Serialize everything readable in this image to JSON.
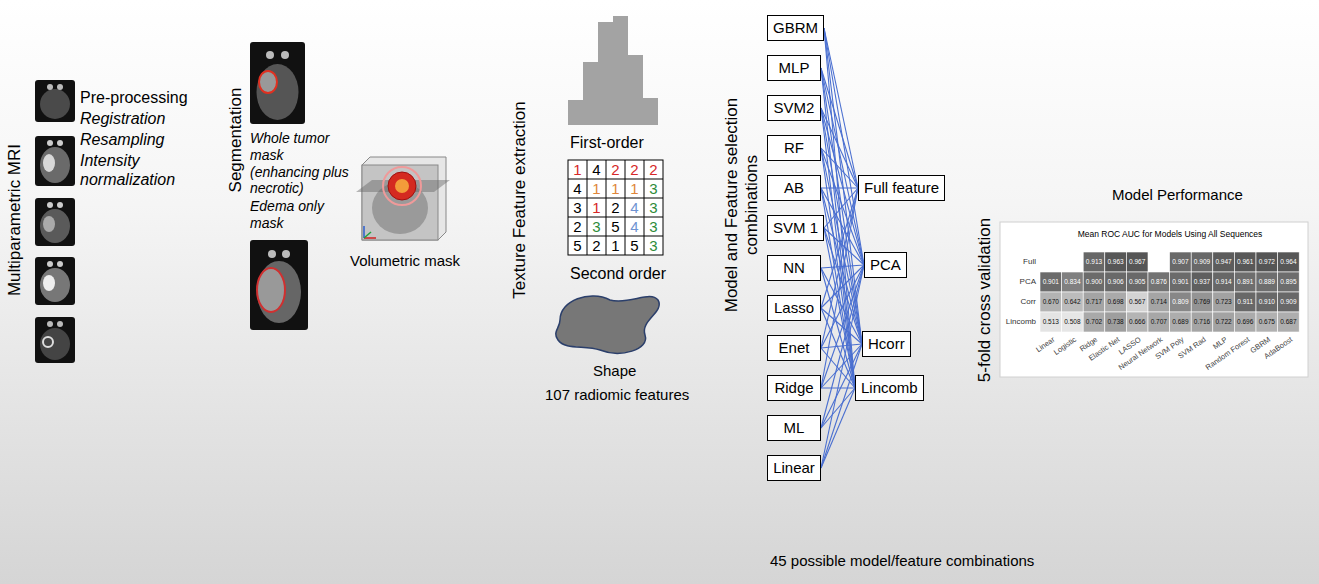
{
  "diagram": {
    "nodes": [
      {
        "text": [
          "GBRM"
        ]
      },
      {
        "text": [
          "MLP"
        ]
      },
      {
        "text": [
          "SVM2"
        ]
      },
      {
        "text": [
          "RF"
        ]
      },
      {
        "text": [
          "AB"
        ]
      },
      {
        "text": [
          "SVM 1"
        ]
      },
      {
        "text": [
          "NN"
        ]
      },
      {
        "text": [
          "Lasso"
        ]
      },
      {
        "text": [
          "Enet"
        ]
      },
      {
        "text": [
          "Ridge"
        ]
      },
      {
        "text": [
          "ML"
        ]
      },
      {
        "text": [
          "Linear"
        ]
      },
      {
        "text": [
          "Full feature"
        ]
      },
      {
        "text": [
          "PCA"
        ]
      },
      {
        "text": [
          "Hcorr"
        ]
      },
      {
        "text": [
          "Lincomb"
        ]
      }
    ],
    "edges": [
      {
        "from": 0,
        "to": 12,
        "arrow": "none"
      },
      {
        "from": 0,
        "to": 13,
        "arrow": "none"
      },
      {
        "from": 0,
        "to": 14,
        "arrow": "none"
      },
      {
        "from": 0,
        "to": 15,
        "arrow": "none"
      },
      {
        "from": 1,
        "to": 12,
        "arrow": "none"
      },
      {
        "from": 1,
        "to": 13,
        "arrow": "none"
      },
      {
        "from": 1,
        "to": 14,
        "arrow": "none"
      },
      {
        "from": 1,
        "to": 15,
        "arrow": "none"
      },
      {
        "from": 2,
        "to": 12,
        "arrow": "none"
      },
      {
        "from": 2,
        "to": 13,
        "arrow": "none"
      },
      {
        "from": 2,
        "to": 14,
        "arrow": "none"
      },
      {
        "from": 2,
        "to": 15,
        "arrow": "none"
      },
      {
        "from": 3,
        "to": 12,
        "arrow": "none"
      },
      {
        "from": 3,
        "to": 13,
        "arrow": "none"
      },
      {
        "from": 3,
        "to": 14,
        "arrow": "none"
      },
      {
        "from": 3,
        "to": 15,
        "arrow": "none"
      },
      {
        "from": 4,
        "to": 12,
        "arrow": "none"
      },
      {
        "from": 4,
        "to": 13,
        "arrow": "none"
      },
      {
        "from": 4,
        "to": 14,
        "arrow": "none"
      },
      {
        "from": 4,
        "to": 15,
        "arrow": "none"
      },
      {
        "from": 5,
        "to": 12,
        "arrow": "none"
      },
      {
        "from": 5,
        "to": 13,
        "arrow": "none"
      },
      {
        "from": 5,
        "to": 14,
        "arrow": "none"
      },
      {
        "from": 5,
        "to": 15,
        "arrow": "none"
      },
      {
        "from": 6,
        "to": 13,
        "arrow": "none"
      },
      {
        "from": 6,
        "to": 14,
        "arrow": "none"
      },
      {
        "from": 6,
        "to": 15,
        "arrow": "none"
      },
      {
        "from": 7,
        "to": 12,
        "arrow": "none"
      },
      {
        "from": 7,
        "to": 13,
        "arrow": "none"
      },
      {
        "from": 7,
        "to": 14,
        "arrow": "none"
      },
      {
        "from": 7,
        "to": 15,
        "arrow": "none"
      },
      {
        "from": 8,
        "to": 12,
        "arrow": "none"
      },
      {
        "from": 8,
        "to": 13,
        "arrow": "none"
      },
      {
        "from": 8,
        "to": 14,
        "arrow": "none"
      },
      {
        "from": 8,
        "to": 15,
        "arrow": "none"
      },
      {
        "from": 9,
        "to": 12,
        "arrow": "none"
      },
      {
        "from": 9,
        "to": 13,
        "arrow": "none"
      },
      {
        "from": 9,
        "to": 14,
        "arrow": "none"
      },
      {
        "from": 9,
        "to": 15,
        "arrow": "none"
      },
      {
        "from": 10,
        "to": 13,
        "arrow": "none"
      },
      {
        "from": 10,
        "to": 14,
        "arrow": "none"
      },
      {
        "from": 10,
        "to": 15,
        "arrow": "none"
      },
      {
        "from": 11,
        "to": 13,
        "arrow": "none"
      },
      {
        "from": 11,
        "to": 14,
        "arrow": "none"
      },
      {
        "from": 11,
        "to": 15,
        "arrow": "none"
      }
    ],
    "labels": [
      "Multiparametric MRI",
      "Pre-processing",
      "Registration",
      "Resampling",
      "Intensity normalization",
      "Segmentation",
      "Whole tumor mask (enhancing plus necrotic)",
      "Edema only mask",
      "Volumetric mask",
      "Texture Feature extraction",
      "First-order",
      "1",
      "4",
      "2",
      "2",
      "2",
      "4",
      "1",
      "1",
      "1",
      "3",
      "3",
      "1",
      "2",
      "4",
      "3",
      "2",
      "3",
      "5",
      "4",
      "3",
      "5",
      "2",
      "1",
      "5",
      "3",
      "Second order",
      "Shape",
      "107 radiomic features",
      "Model and Feature selection combinations",
      "45 possible model/feature combinations",
      "5-fold cross validation",
      "Model Performance",
      "Mean ROC AUC for Models Using All Sequences",
      "Full",
      "PCA",
      "Corr",
      "Lincomb",
      "Linear",
      "Logistic",
      "Ridge",
      "Elastic Net",
      "LASSO",
      "Neural Network",
      "SVM Poly",
      "SVM Rad",
      "MLP",
      "Random Forest",
      "GBRM",
      "AdaBoost",
      "0.913",
      "0.963",
      "0.967",
      "0.907",
      "0.909",
      "0.947",
      "0.961",
      "0.972",
      "0.964",
      "0.901",
      "0.834",
      "0.900",
      "0.906",
      "0.905",
      "0.876",
      "0.901",
      "0.937",
      "0.914",
      "0.891",
      "0.889",
      "0.895",
      "0.670",
      "0.642",
      "0.717",
      "0.698",
      "0.567",
      "0.714",
      "0.809",
      "0.769",
      "0.723",
      "0.911",
      "0.910",
      "0.909",
      "0.513",
      "0.508",
      "0.702",
      "0.738",
      "0.666",
      "0.707",
      "0.689",
      "0.716",
      "0.722",
      "0.696",
      "0.675",
      "0.687"
    ]
  }
}
